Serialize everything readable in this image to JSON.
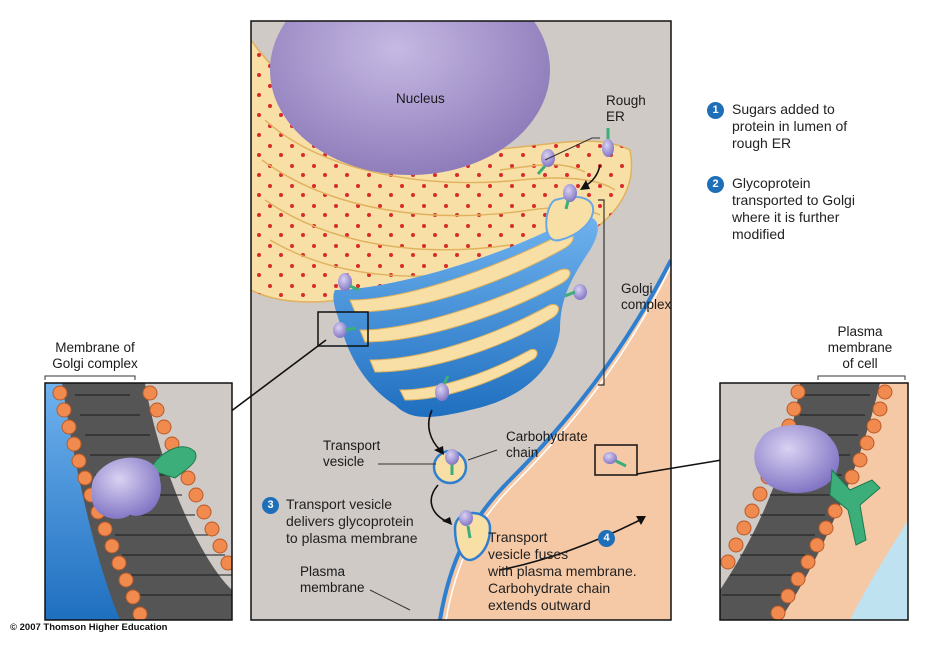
{
  "labels": {
    "nucleus": "Nucleus",
    "rough_er": "Rough\nER",
    "golgi_complex": "Golgi\ncomplex",
    "transport_vesicle": "Transport\nvesicle",
    "carbohydrate_chain": "Carbohydrate\nchain",
    "plasma_membrane": "Plasma\nmembrane",
    "membrane_of_golgi": "Membrane of\nGolgi complex",
    "plasma_membrane_of_cell": "Plasma\nmembrane\nof cell"
  },
  "steps": [
    {
      "num": "1",
      "text": "Sugars added to\nprotein in lumen of\nrough ER"
    },
    {
      "num": "2",
      "text": "Glycoprotein\ntransported to Golgi\nwhere it is further\nmodified"
    },
    {
      "num": "3",
      "text": "Transport vesicle\ndelivers glycoprotein\nto plasma membrane"
    },
    {
      "num": "4",
      "text": "Transport\nvesicle fuses\nwith plasma membrane.\nCarbohydrate chain\nextends outward"
    }
  ],
  "credit": "© 2007 Thomson Higher Education",
  "colors": {
    "cytoplasm": "#cfcac6",
    "nucleus": "#a696c9",
    "rough_er": "#f8dfa6",
    "ribosome": "#d92b2b",
    "golgi": "#3f8ed8",
    "extracellular": "#f6c9a6",
    "glycoprotein": "#a39ad6",
    "carbohydrate": "#3cae7a",
    "lipid_head": "#f08a4e",
    "step_badge": "#1f6fb8"
  }
}
